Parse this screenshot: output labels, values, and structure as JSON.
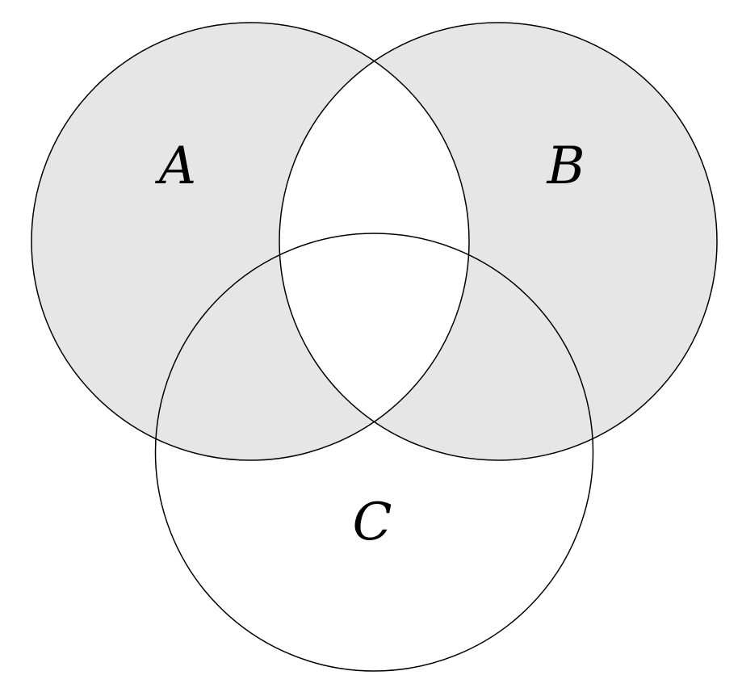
{
  "diagram": {
    "type": "venn-diagram",
    "sets": [
      {
        "label": "A"
      },
      {
        "label": "B"
      },
      {
        "label": "C"
      }
    ],
    "shaded_region": "symmetric difference of A and B (A-only, B-only, A∩C, B∩C shaded; A∩B, A∩B∩C and C-only unshaded)",
    "colors": {
      "fill": "#e6e6e6",
      "stroke": "#000000",
      "background": "#ffffff",
      "label": "#000000"
    }
  }
}
